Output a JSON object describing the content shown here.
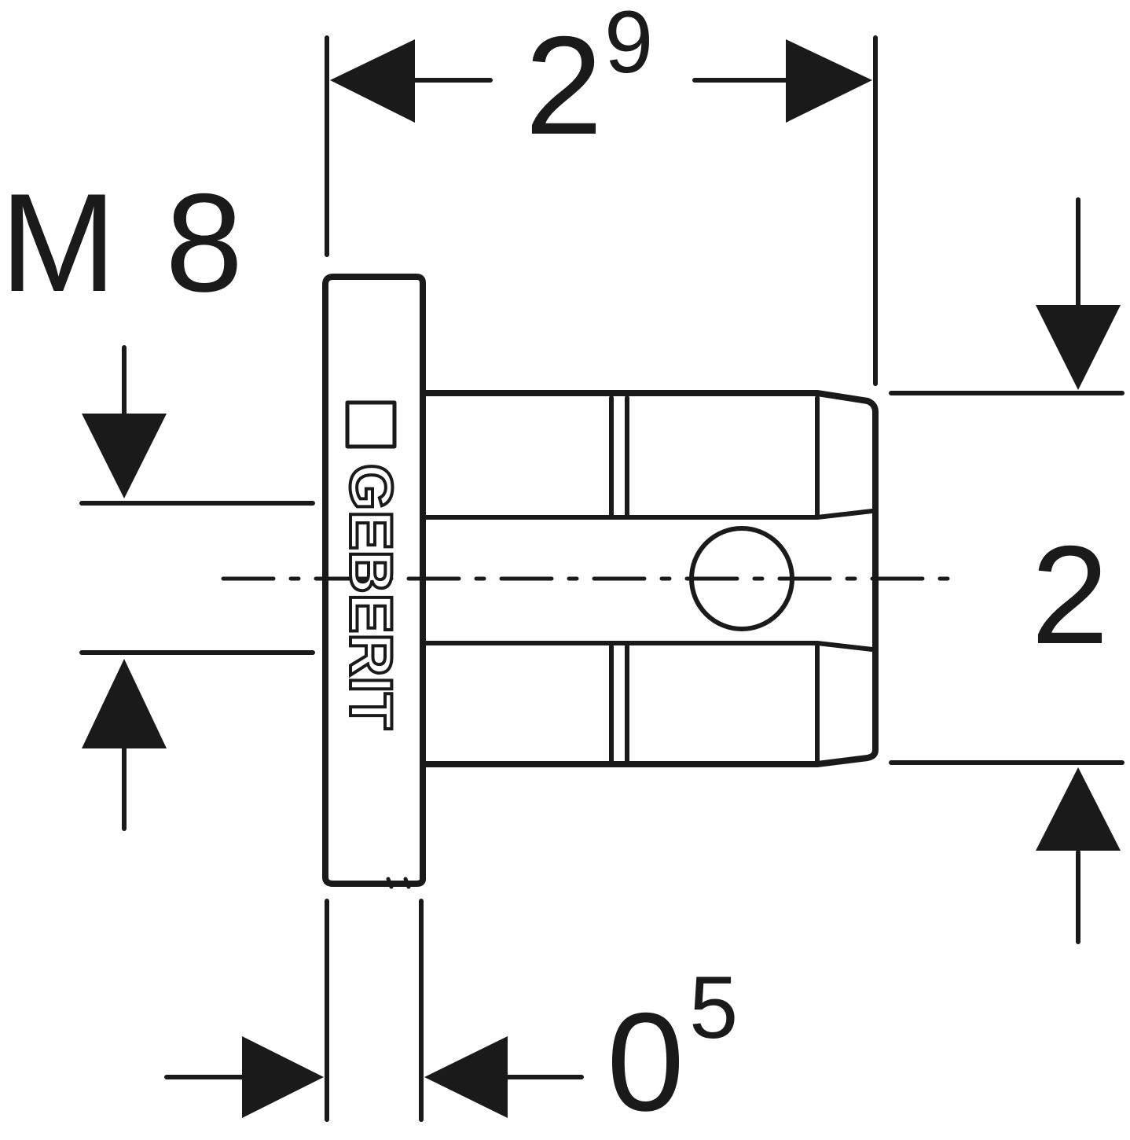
{
  "drawing": {
    "ink_color": "#1a1a1a",
    "brand_text": "GEBERIT",
    "dimensions": {
      "thread": {
        "prefix": "M",
        "value": "8"
      },
      "length_top": {
        "base": "2",
        "sup": "9"
      },
      "diameter_right": {
        "value": "2"
      },
      "flange_bottom": {
        "base": "0",
        "sup": "5"
      }
    }
  }
}
